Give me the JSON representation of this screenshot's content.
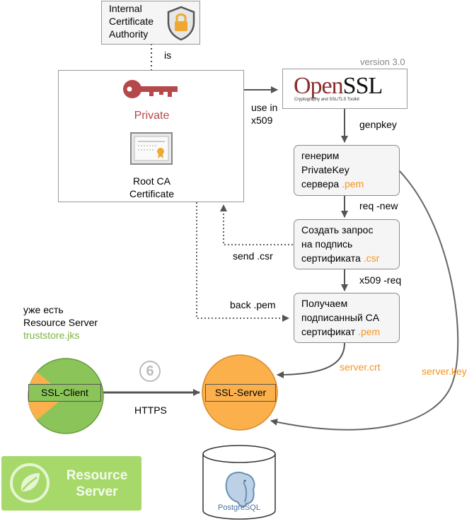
{
  "ca": {
    "l1": "Internal",
    "l2": "Certificate",
    "l3": "Authority"
  },
  "is_label": "is",
  "root": {
    "private": "Private",
    "cert1": "Root CA",
    "cert2": "Certificate"
  },
  "version": "version 3.0",
  "openssl": {
    "open": "Open",
    "ssl": "SSL",
    "tagline": "Cryptography and SSL/TLS Toolkit"
  },
  "use_in": {
    "l1": "use in",
    "l2": "x509"
  },
  "genpkey": "genpkey",
  "step1": {
    "l1": "генерим",
    "l2": "PrivateKey",
    "l3": "сервера ",
    "ext": ".pem"
  },
  "req_new": "req -new",
  "step2": {
    "l1": "Создать запрос",
    "l2": "на подпись",
    "l3": "сертификата ",
    "ext": ".csr"
  },
  "send_csr": "send .csr",
  "x509_req": "x509 -req",
  "back_pem": "back .pem",
  "step3": {
    "l1": "Получаем",
    "l2": "подписанный CA",
    "l3": "сертификат ",
    "ext": ".pem"
  },
  "left_note": {
    "l1": "уже есть",
    "l2": "Resource Server",
    "l3": "truststore.jks"
  },
  "server_crt": "server.crt",
  "server_key": "server.key",
  "ssl_client": "SSL-Client",
  "ssl_server": "SSL-Server",
  "step_num": "6",
  "https": "HTTPS",
  "spring": {
    "l1": "Resource",
    "l2": "Server"
  },
  "postgres": "PostgreSQL",
  "colors": {
    "orange": "#f7931e",
    "green": "#7cb342",
    "client": "#8bc55a",
    "server": "#fbb04c",
    "spring": "#a6d96a",
    "maroon": "#8b2c2c"
  }
}
